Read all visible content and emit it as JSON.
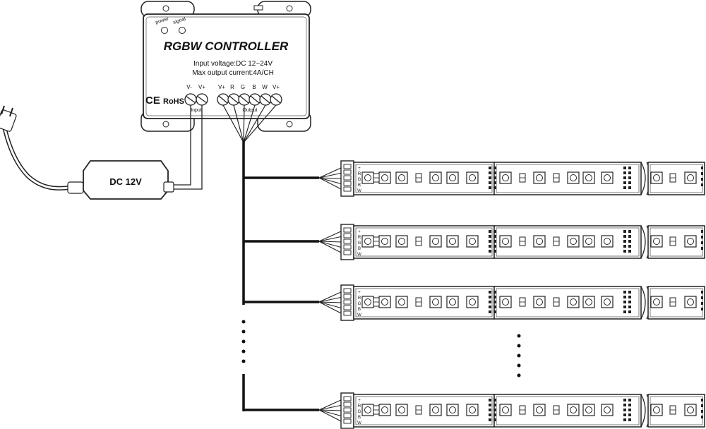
{
  "controller": {
    "title": "RGBW CONTROLLER",
    "input_voltage": "Input voltage:DC 12~24V",
    "max_output_current": "Max output current:4A/CH",
    "indicators": [
      "power",
      "signal"
    ],
    "input_terminals": [
      "V-",
      "V+"
    ],
    "input_label": "Input",
    "output_terminals": [
      "V+",
      "R",
      "G",
      "B",
      "W",
      "V+"
    ],
    "output_label": "Output",
    "ce_mark": "CE",
    "rohs_mark": "RoHS"
  },
  "power_supply": {
    "label": "DC 12V"
  },
  "strip_connector_pins": [
    "+",
    "R",
    "G",
    "B",
    "W"
  ],
  "strip_count_shown": 4
}
